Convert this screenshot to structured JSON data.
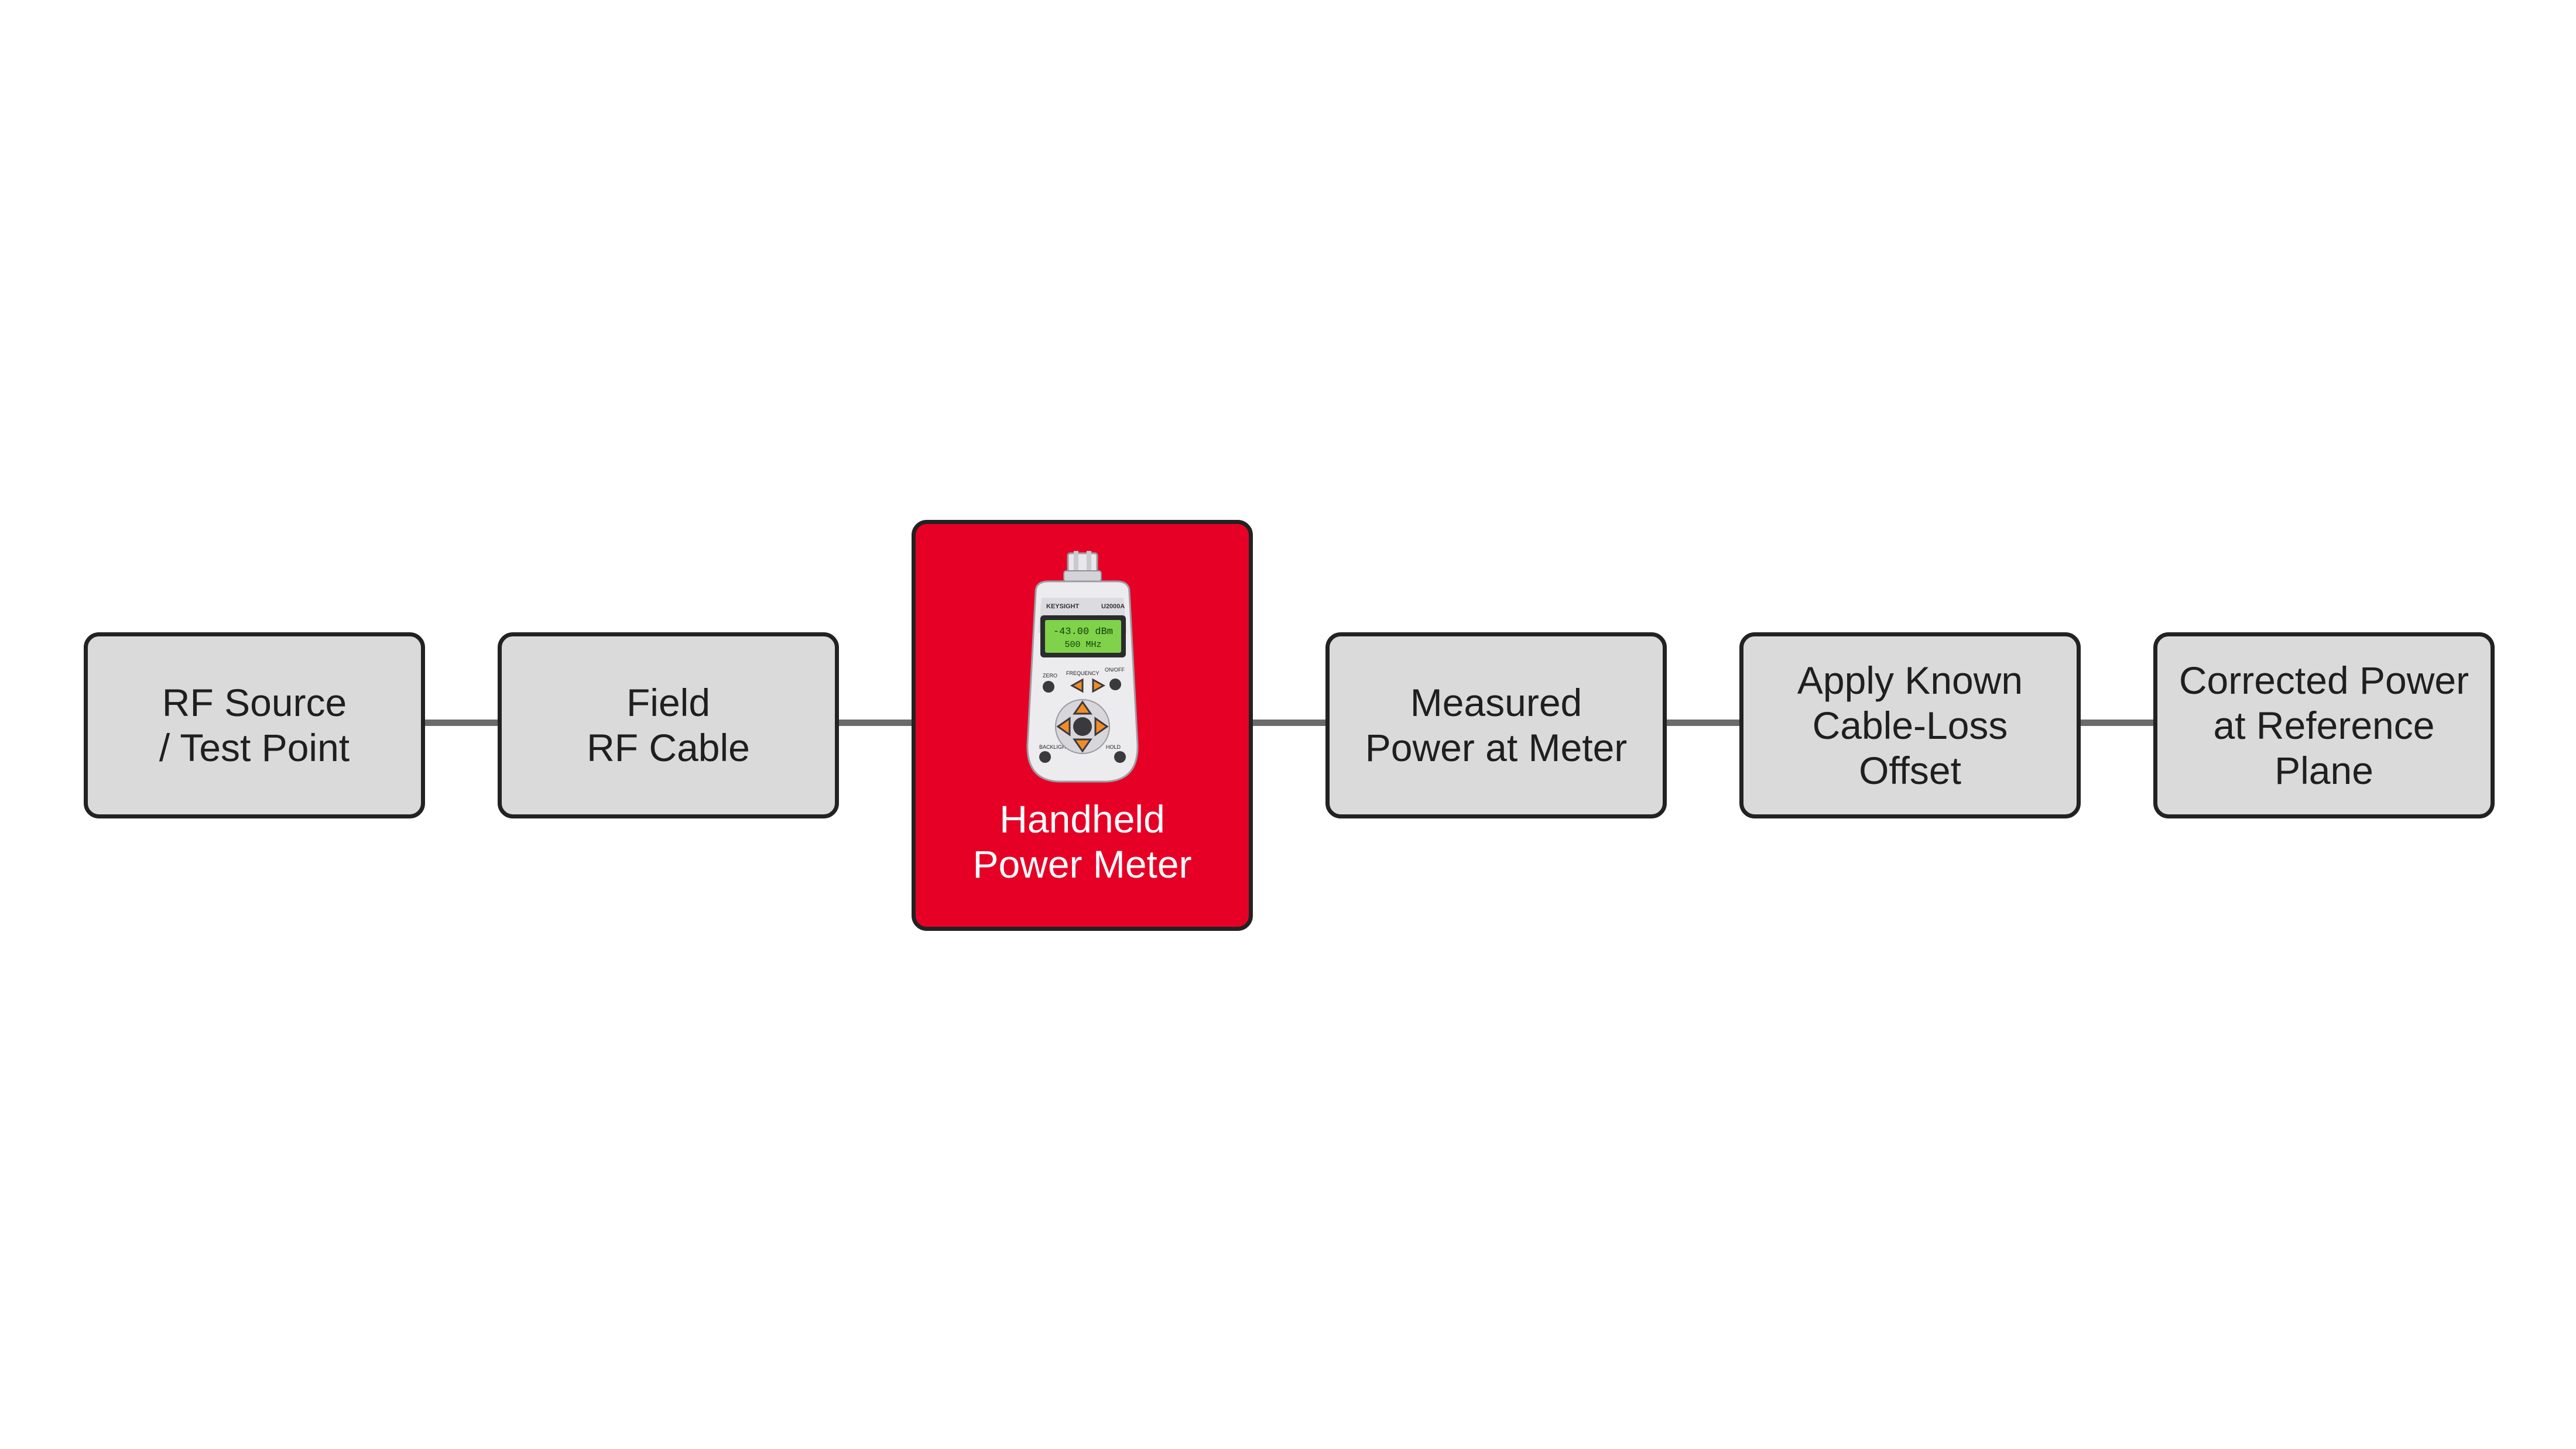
{
  "colors": {
    "node_fill": "#dadada",
    "node_border": "#222222",
    "highlight_fill": "#e60026",
    "connector": "#6b6b6b",
    "meter_screen": "#7fd24a",
    "meter_button_accent": "#f28c28"
  },
  "nodes": [
    {
      "id": "rf-source",
      "lines": [
        "RF Source",
        "/ Test Point"
      ]
    },
    {
      "id": "field-rf-cable",
      "lines": [
        "Field",
        "RF Cable"
      ]
    },
    {
      "id": "handheld-power-meter",
      "lines": [
        "Handheld",
        "Power Meter"
      ],
      "icon": "handheld-power-meter-icon",
      "highlighted": true
    },
    {
      "id": "measured-power",
      "lines": [
        "Measured",
        "Power at Meter"
      ]
    },
    {
      "id": "apply-offset",
      "lines": [
        "Apply Known",
        "Cable-Loss",
        "Offset"
      ]
    },
    {
      "id": "corrected-power",
      "lines": [
        "Corrected Power",
        "at Reference",
        "Plane"
      ]
    }
  ],
  "meter_device": {
    "brand": "KEYSIGHT",
    "model": "U2000A",
    "display_reading": "-43.00 dBm",
    "display_frequency": "500 MHz",
    "button_labels": [
      "ZERO",
      "FREQUENCY",
      "ON/OFF",
      "BACKLIGHT",
      "HOLD"
    ]
  }
}
